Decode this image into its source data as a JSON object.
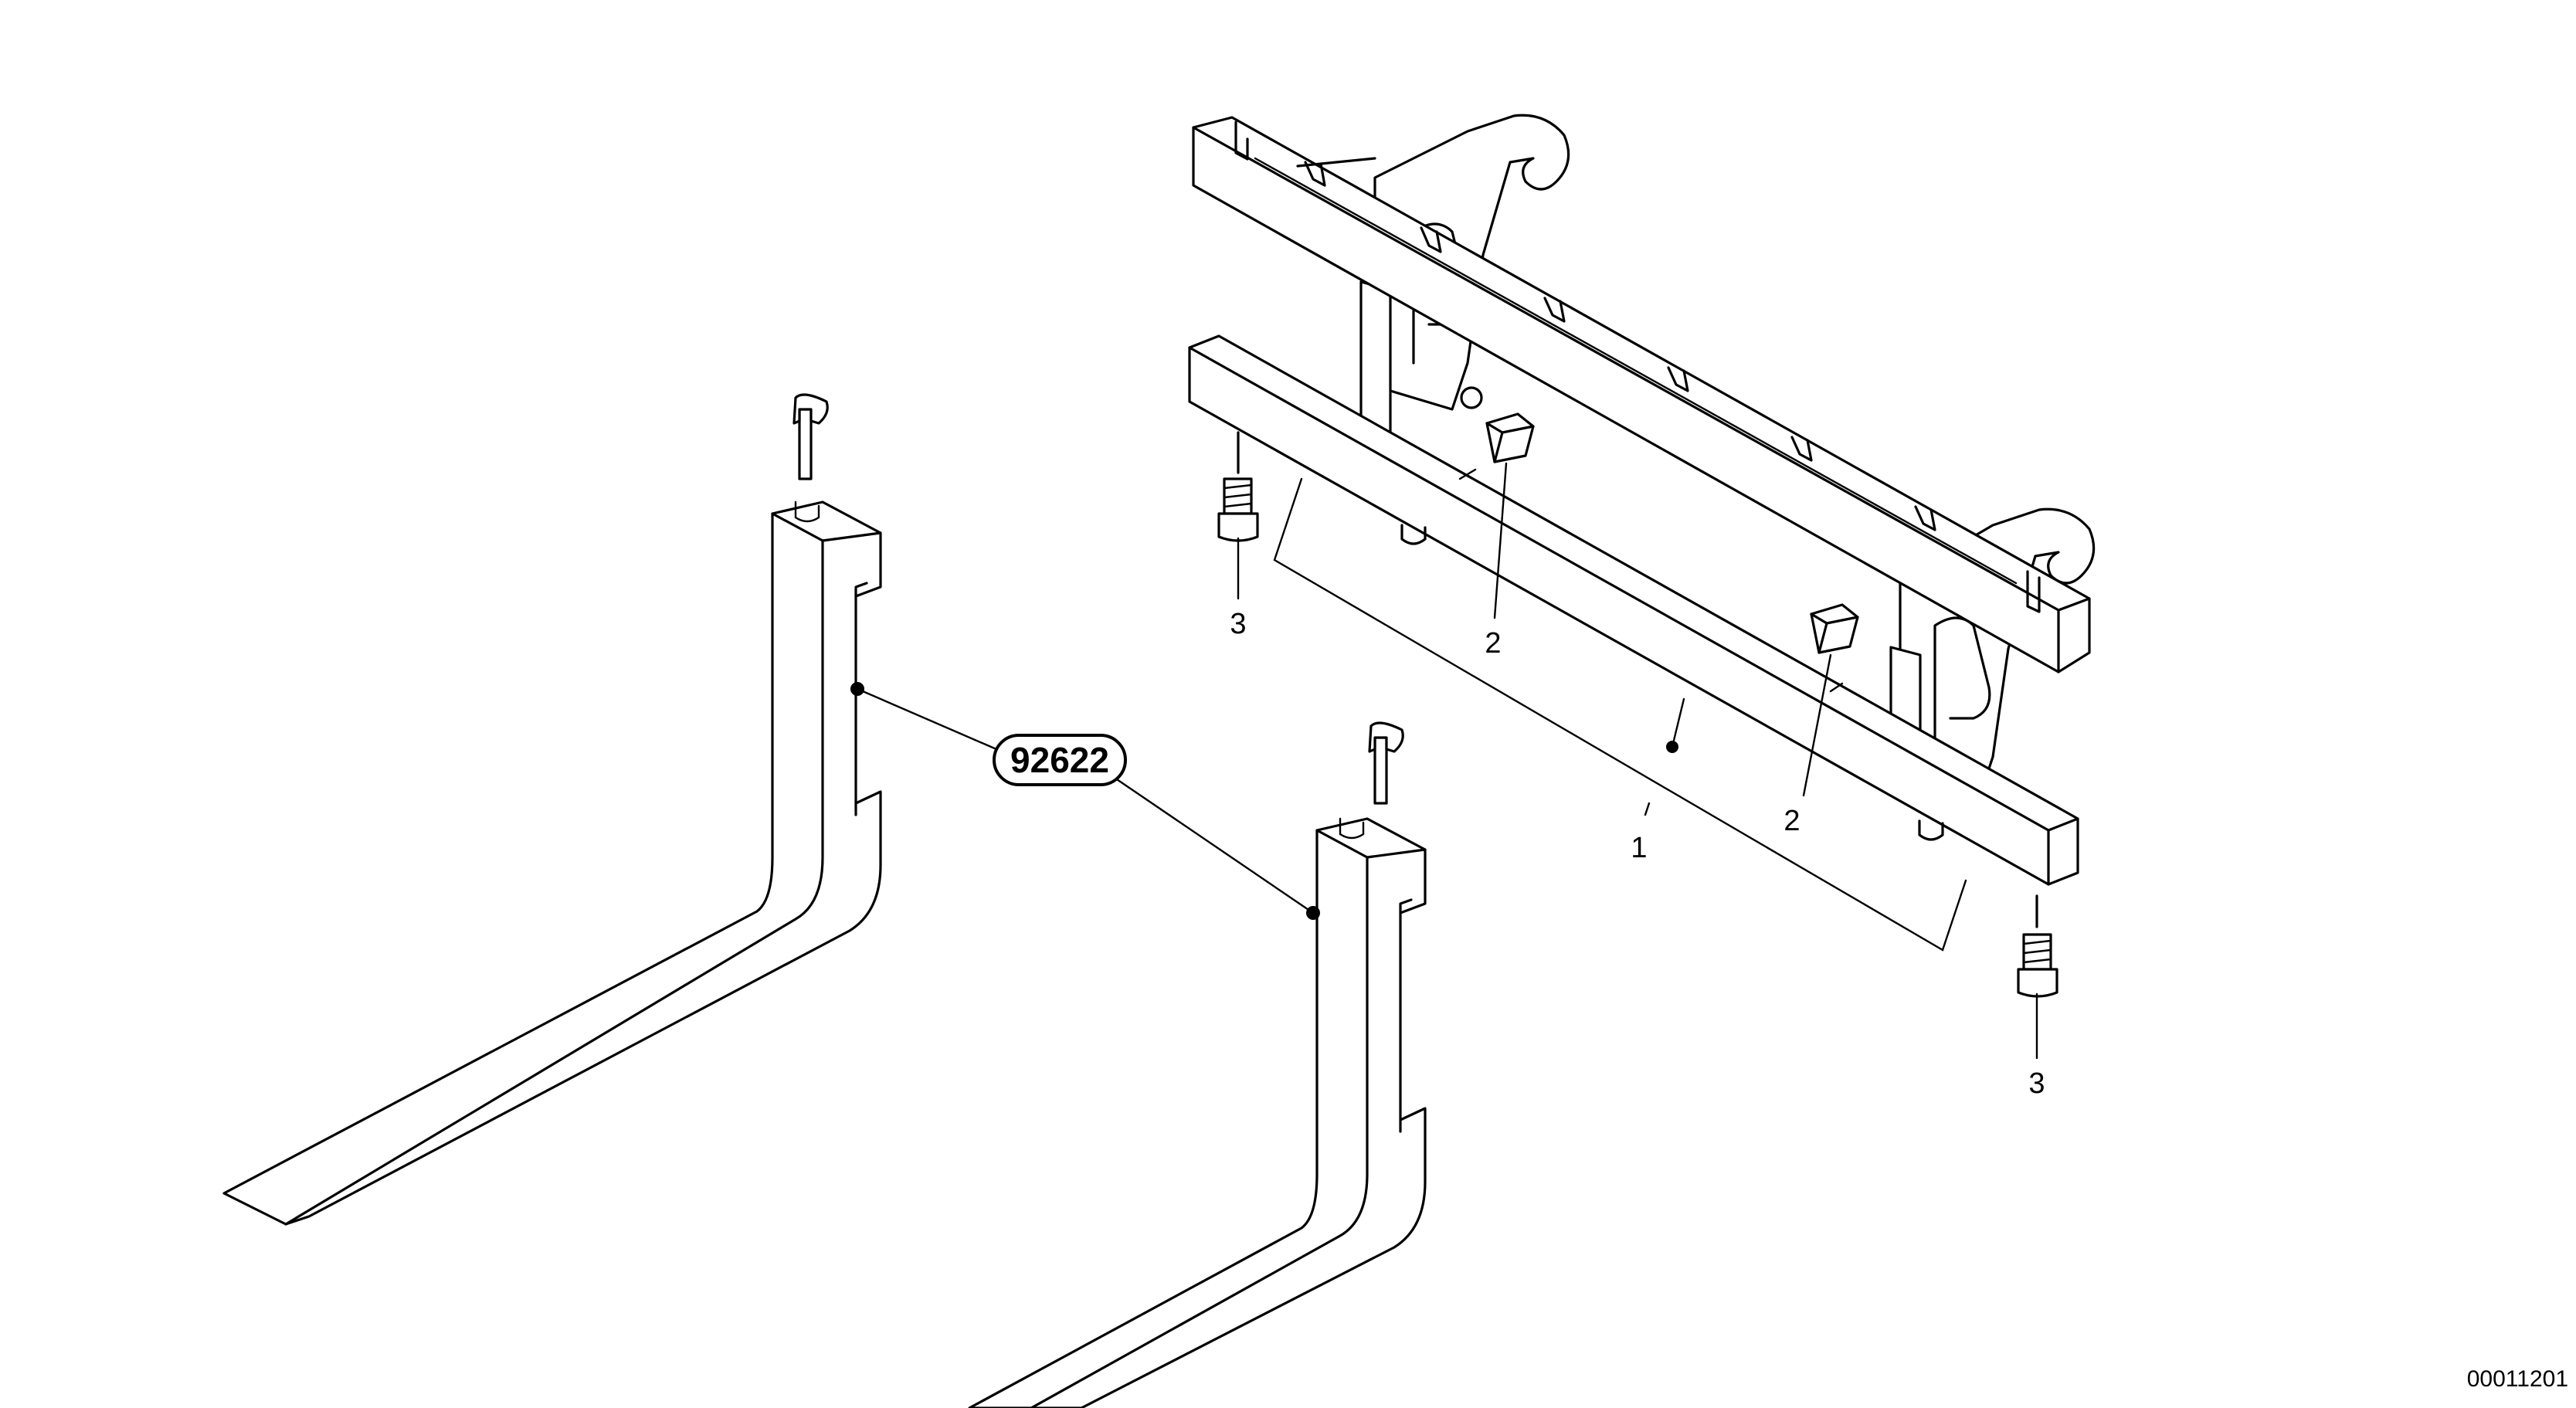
{
  "callouts": {
    "carriage": "1",
    "stop_block_left": "2",
    "stop_block_right": "2",
    "bolt_left": "3",
    "bolt_right": "3"
  },
  "fork_reference": "92622",
  "figure_id": "00011201"
}
